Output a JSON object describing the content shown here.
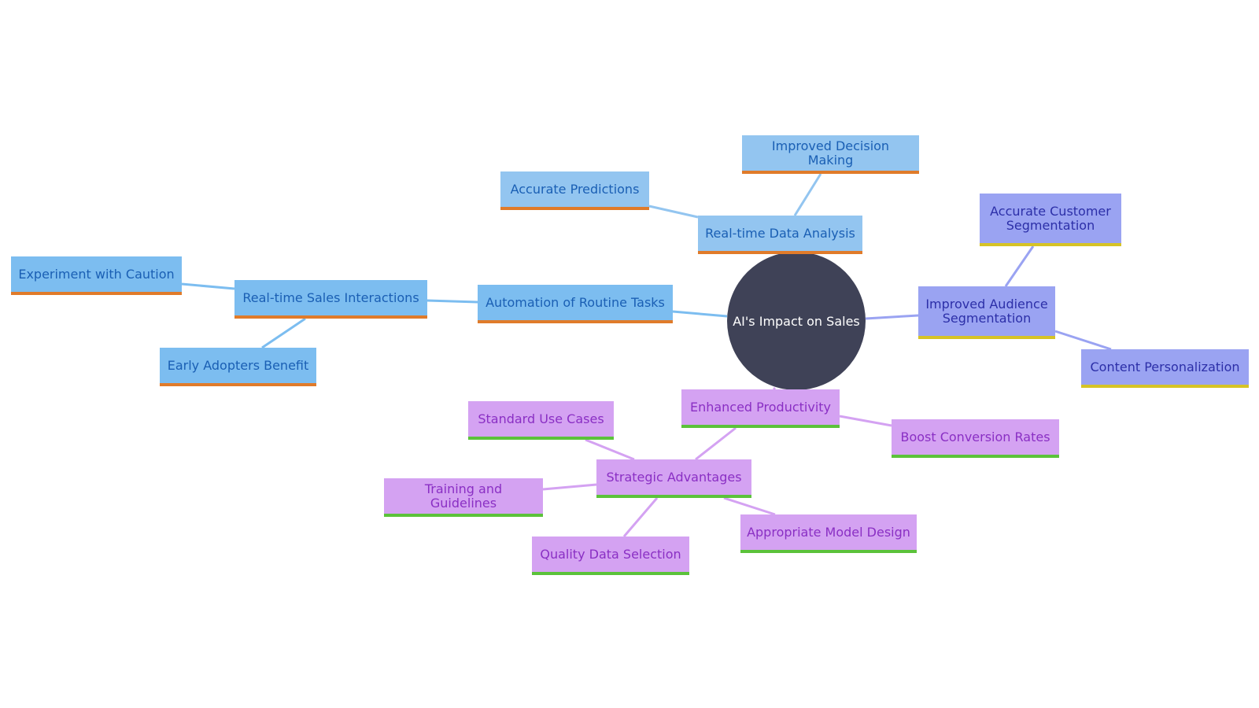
{
  "root": {
    "label": "AI's Impact on Sales"
  },
  "nodes": {
    "improved_decision": "Improved Decision Making",
    "accurate_predictions": "Accurate Predictions",
    "realtime_data_analysis": "Real-time Data Analysis",
    "accurate_customer_segmentation": "Accurate Customer Segmentation",
    "improved_audience_segmentation": "Improved Audience Segmentation",
    "content_personalization": "Content Personalization",
    "experiment_with_caution": "Experiment with Caution",
    "realtime_sales_interactions": "Real-time Sales Interactions",
    "automation_of_routine_tasks": "Automation of Routine Tasks",
    "early_adopters_benefit": "Early Adopters Benefit",
    "enhanced_productivity": "Enhanced Productivity",
    "boost_conversion_rates": "Boost Conversion Rates",
    "standard_use_cases": "Standard Use Cases",
    "strategic_advantages": "Strategic Advantages",
    "training_and_guidelines": "Training and Guidelines",
    "appropriate_model_design": "Appropriate Model Design",
    "quality_data_selection": "Quality Data Selection"
  },
  "colors": {
    "root": "#3f4257",
    "blue_branch": "#93c5f0",
    "indigo_branch": "#9aa3f2",
    "purple_branch": "#d4a2f2",
    "blue_underline": "#e07b2a",
    "indigo_underline": "#d6c326",
    "purple_underline": "#5bc23a"
  }
}
